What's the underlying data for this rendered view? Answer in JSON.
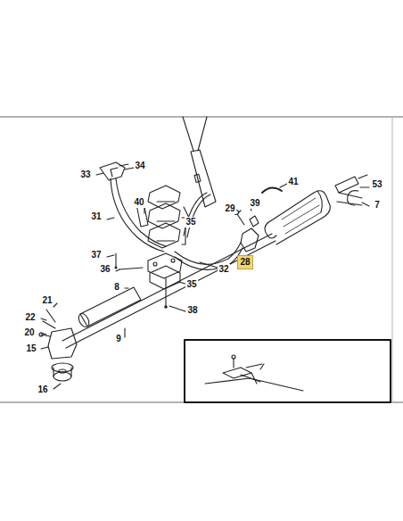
{
  "diagram": {
    "nodes": [
      {
        "text": [
          "28"
        ]
      }
    ],
    "labels": [
      "33",
      "34",
      "41",
      "53",
      "40",
      "29",
      "39",
      "35",
      "31",
      "7",
      "37",
      "36",
      "32",
      "8",
      "35",
      "21",
      "38",
      "22",
      "20",
      "9",
      "15",
      "16"
    ]
  }
}
